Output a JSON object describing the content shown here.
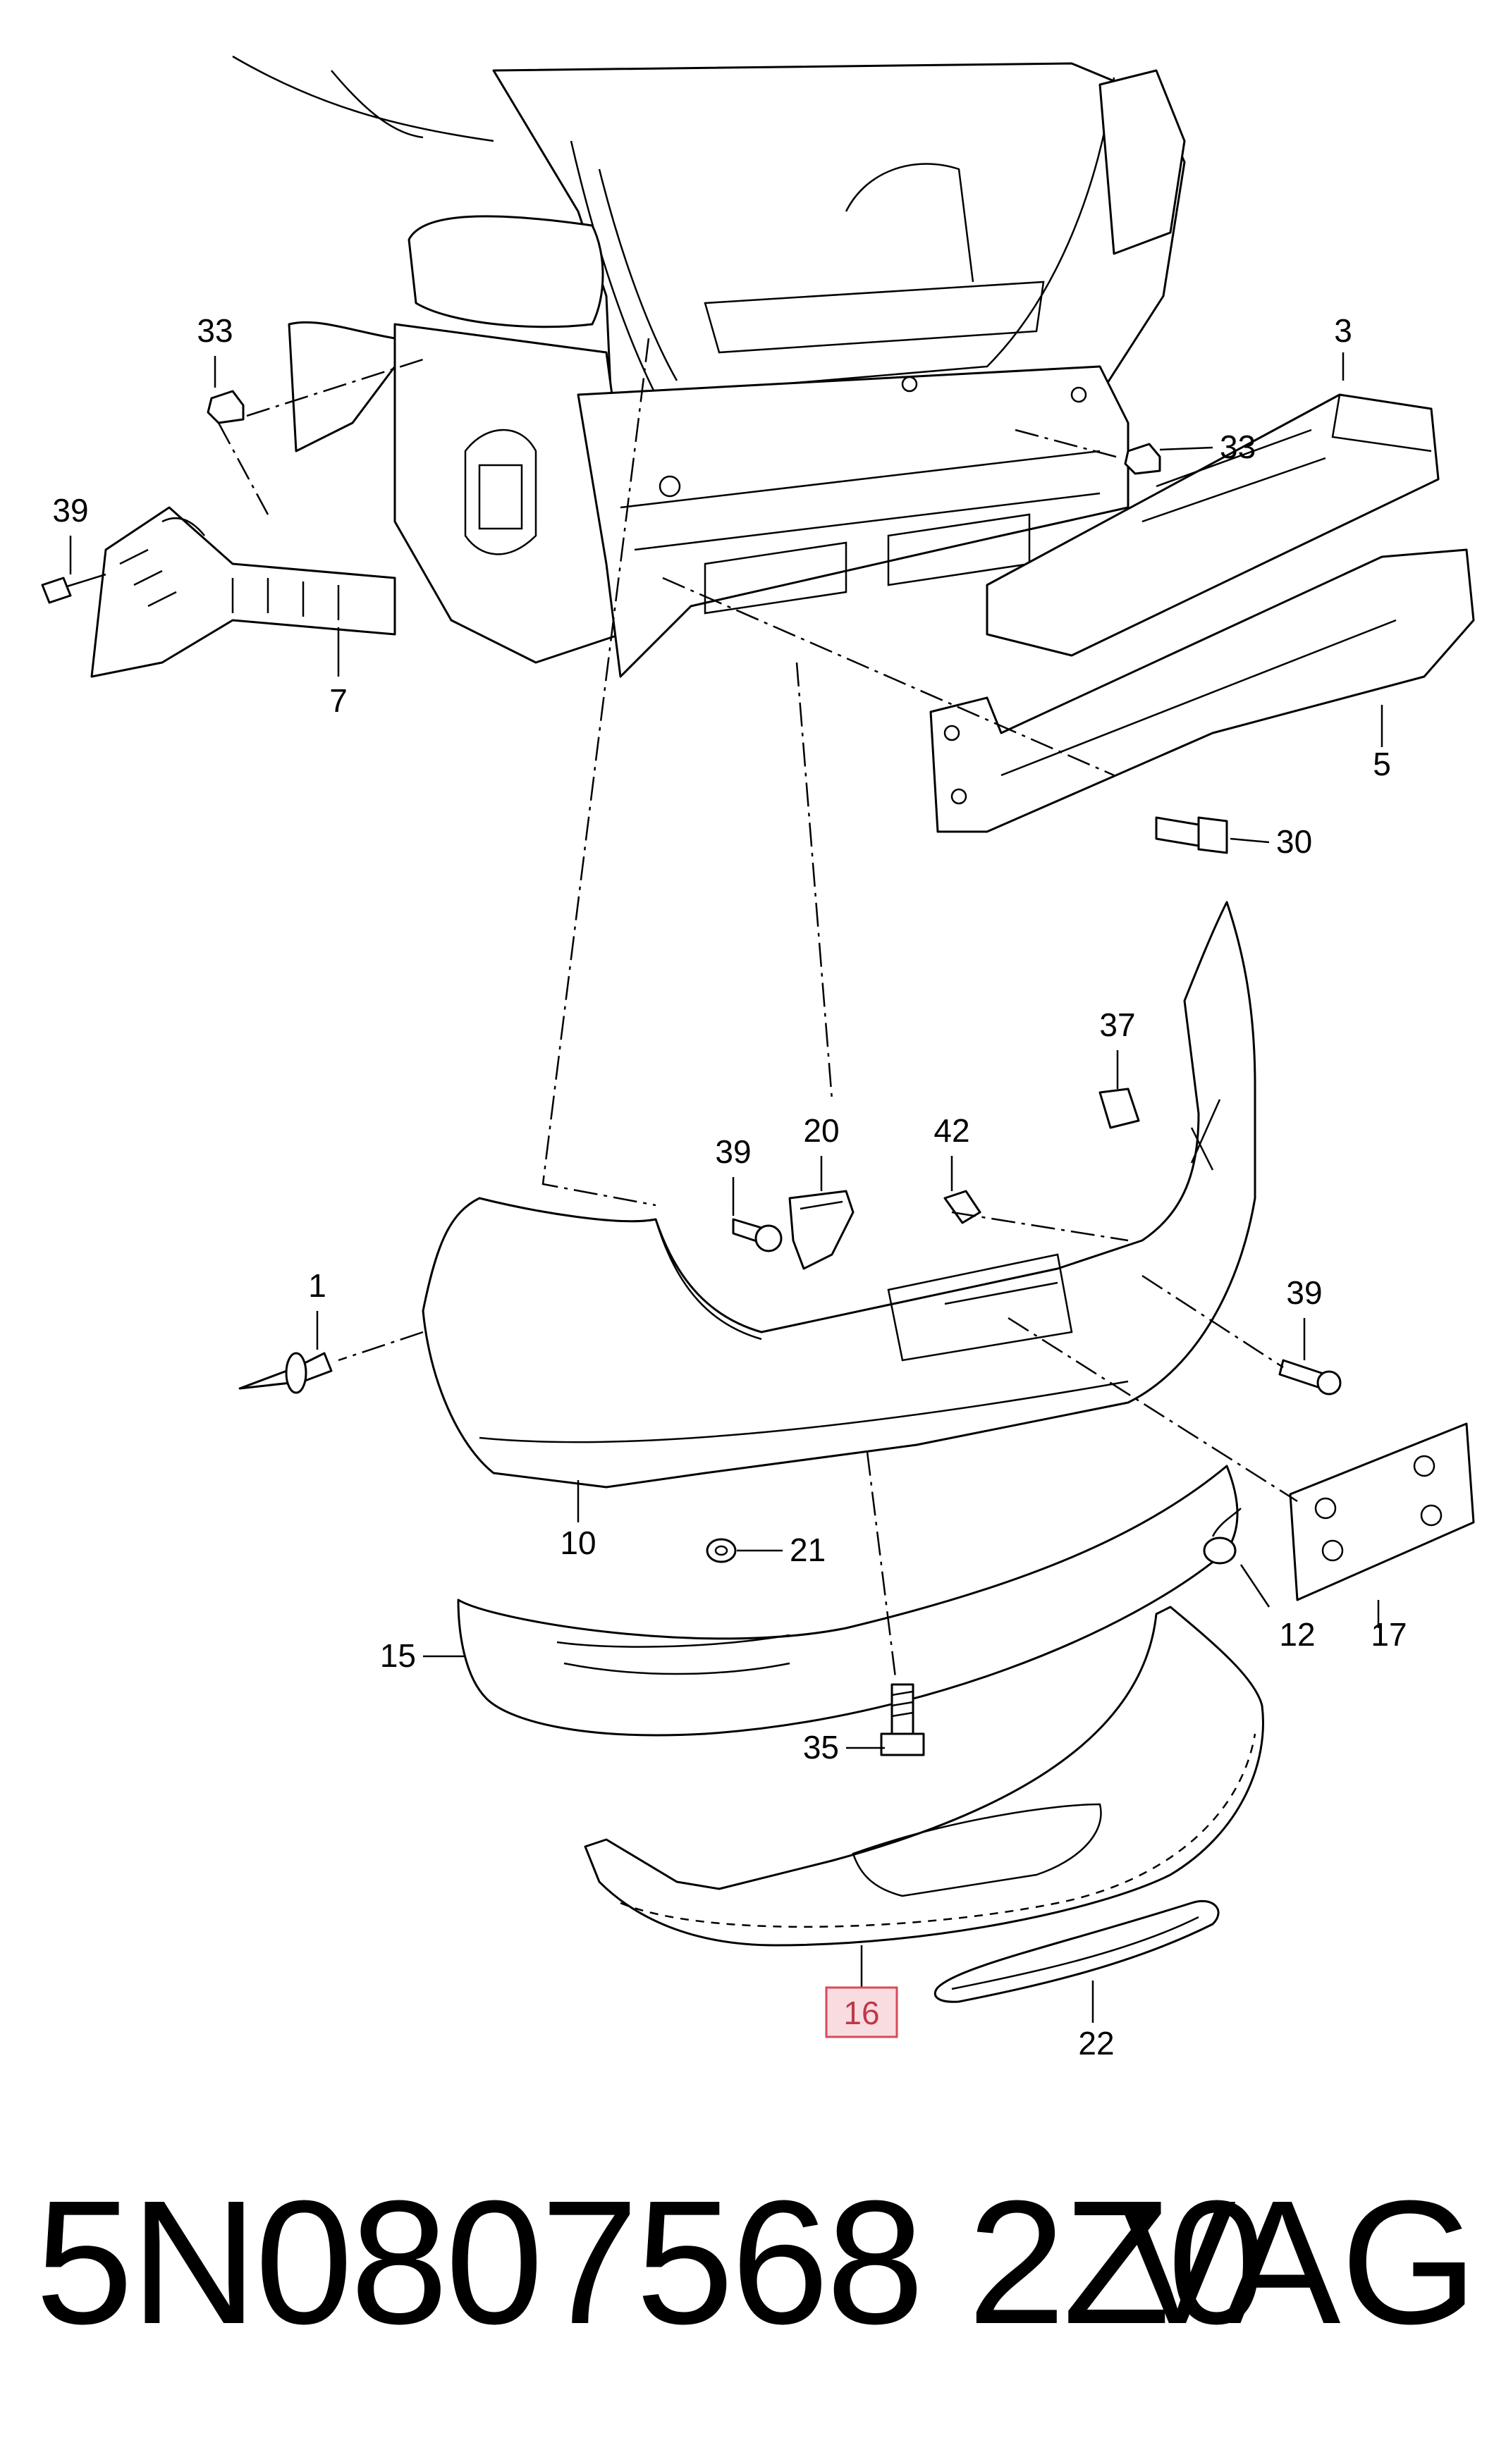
{
  "callouts": {
    "c1": "1",
    "c3": "3",
    "c5": "5",
    "c7": "7",
    "c10": "10",
    "c12": "12",
    "c15": "15",
    "c16": "16",
    "c17": "17",
    "c20": "20",
    "c21": "21",
    "c22": "22",
    "c30": "30",
    "c33a": "33",
    "c33b": "33",
    "c35": "35",
    "c37": "37",
    "c39a": "39",
    "c39b": "39",
    "c39c": "39",
    "c42": "42"
  },
  "highlighted_part": "16",
  "colors": {
    "highlight_fill": "#f9dce0",
    "highlight_stroke": "#d84a5a",
    "ink": "#000000"
  },
  "footer": {
    "part_number": "5N0807568 2Z0",
    "brand": "VAG"
  }
}
